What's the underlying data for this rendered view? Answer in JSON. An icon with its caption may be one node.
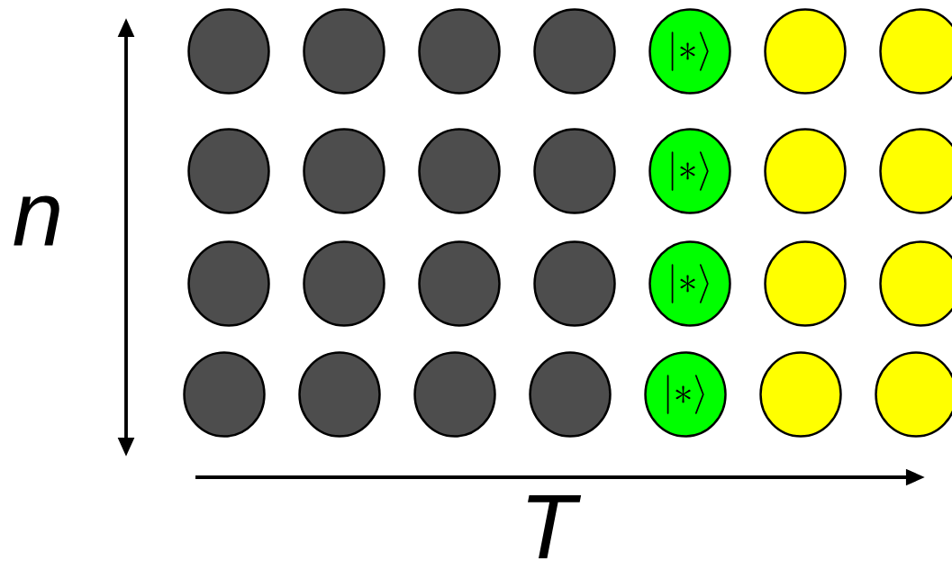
{
  "diagram": {
    "nodes": [
      {
        "text": [],
        "shape": "circle"
      },
      {
        "text": [],
        "shape": "circle"
      },
      {
        "text": [],
        "shape": "circle"
      },
      {
        "text": [],
        "shape": "circle"
      },
      {
        "text": [
          "|*\\rangle"
        ]
      },
      {
        "text": [],
        "shape": "circle"
      },
      {
        "text": [],
        "shape": "circle"
      },
      {
        "text": [],
        "shape": "circle"
      },
      {
        "text": [],
        "shape": "circle"
      },
      {
        "text": [],
        "shape": "circle"
      },
      {
        "text": [],
        "shape": "circle"
      },
      {
        "text": [
          "|*\\rangle"
        ]
      },
      {
        "text": [],
        "shape": "circle"
      },
      {
        "text": [],
        "shape": "circle"
      },
      {
        "text": [],
        "shape": "circle"
      },
      {
        "text": [],
        "shape": "circle"
      },
      {
        "text": [],
        "shape": "circle"
      },
      {
        "text": [],
        "shape": "circle"
      },
      {
        "text": [
          "|*\\rangle"
        ]
      },
      {
        "text": [],
        "shape": "circle"
      },
      {
        "text": [],
        "shape": "circle"
      },
      {
        "text": [],
        "shape": "circle"
      },
      {
        "text": [],
        "shape": "circle"
      },
      {
        "text": [],
        "shape": "circle"
      },
      {
        "text": [],
        "shape": "circle"
      },
      {
        "text": [
          "|*\\rangle"
        ]
      },
      {
        "text": [],
        "shape": "circle"
      },
      {
        "text": [],
        "shape": "circle"
      }
    ],
    "labels": [
      "n",
      "T"
    ]
  }
}
